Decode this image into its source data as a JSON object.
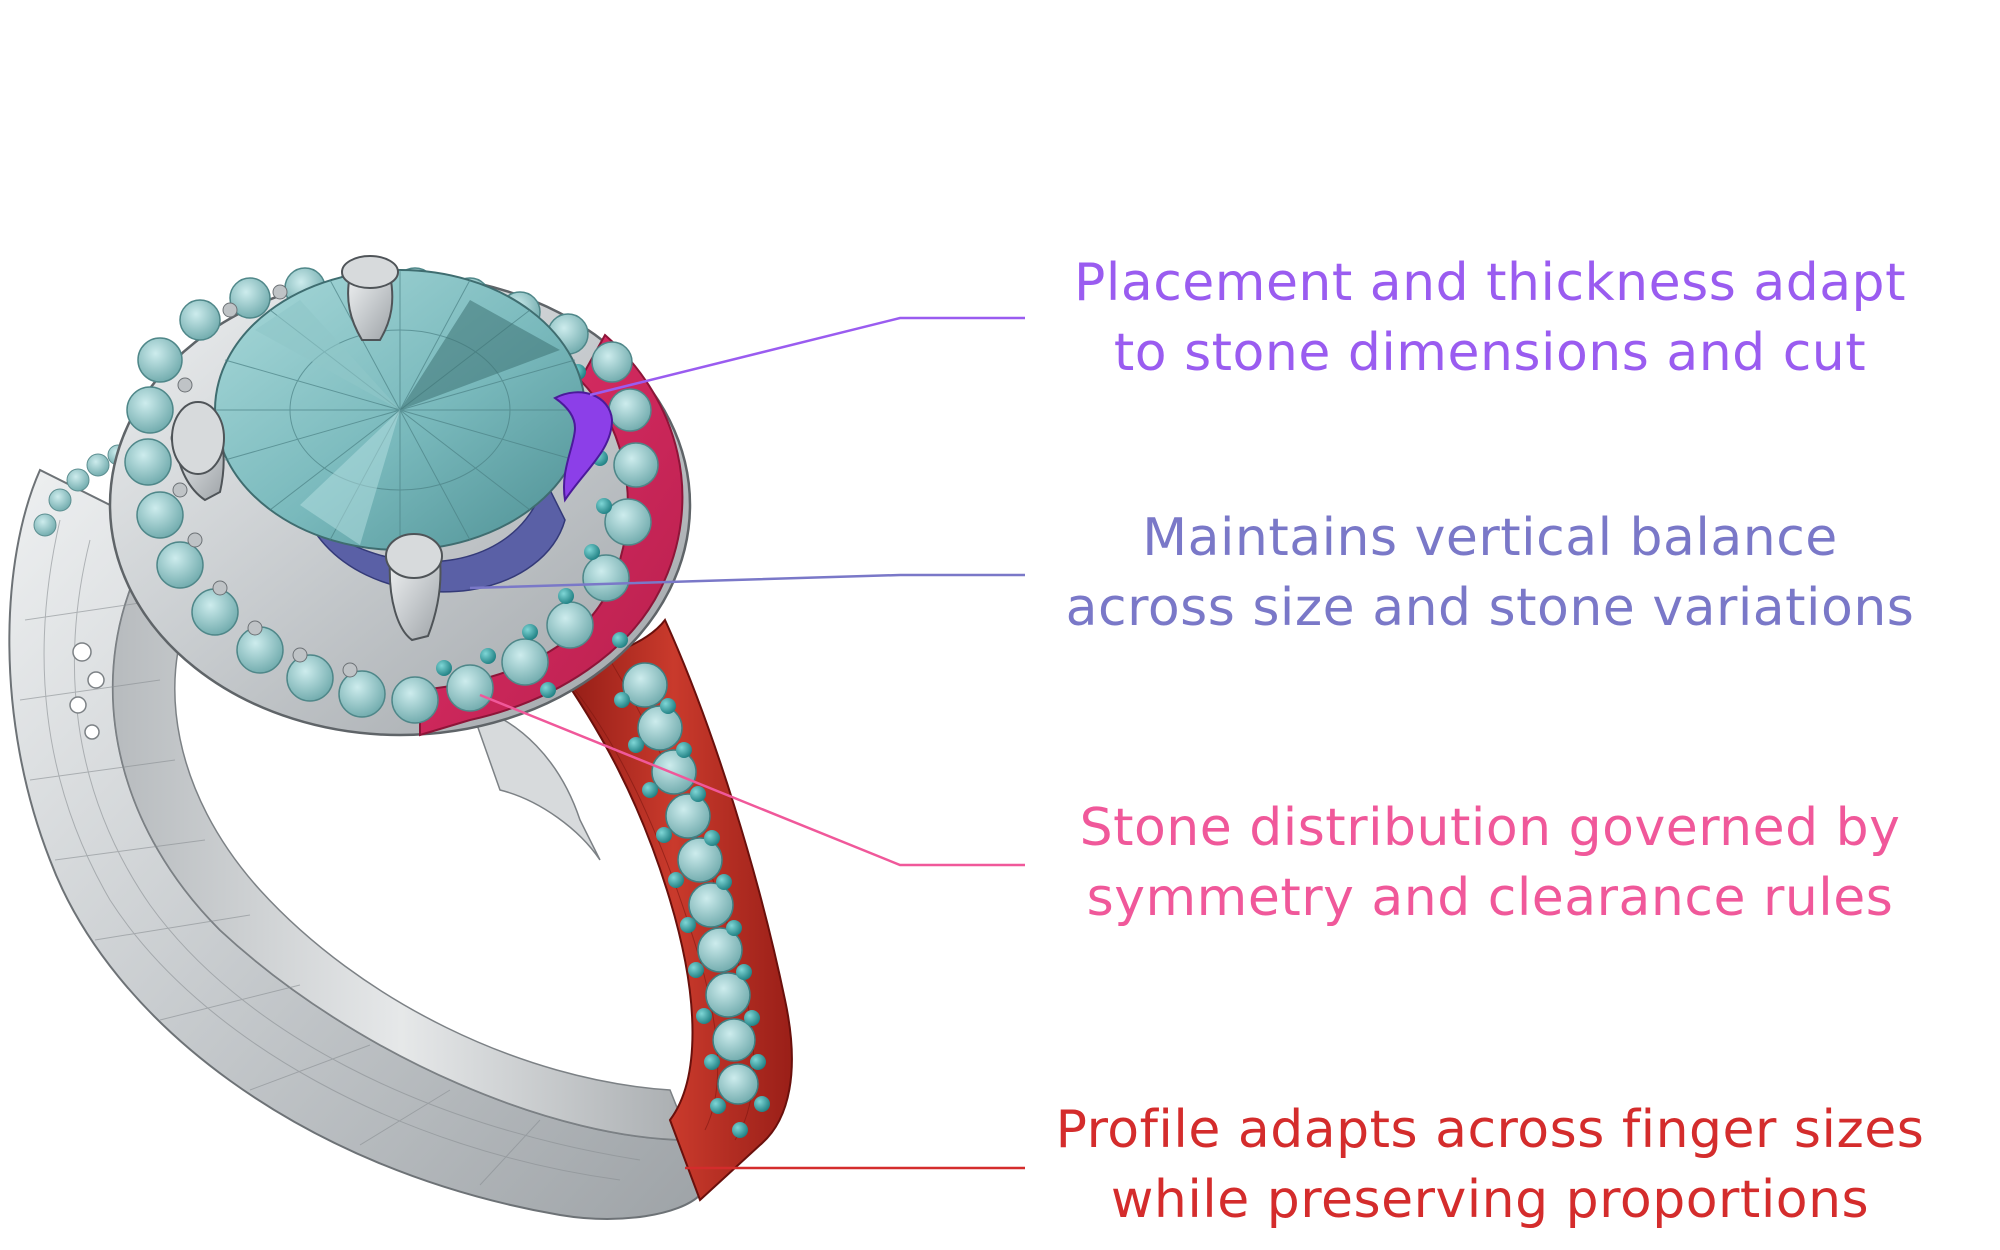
{
  "colors": {
    "prong": "#9a5cf0",
    "balance": "#7a78c8",
    "distribution": "#f0589a",
    "profile": "#d42c2c",
    "metal": "#cfd3d6",
    "metal_dark": "#8c9196",
    "stone": "#6fb7bb",
    "accent_stone": "#2f9ea0",
    "gallery": "#53599e",
    "shank_red": "#b4261f"
  },
  "callouts": {
    "prong_placement": {
      "line1": "Placement and thickness adapt",
      "line2": "to stone dimensions and cut"
    },
    "vertical_balance": {
      "line1": "Maintains vertical balance",
      "line2": "across size and stone variations"
    },
    "stone_distribution": {
      "line1": "Stone distribution governed by",
      "line2": "symmetry and clearance rules"
    },
    "shank_profile": {
      "line1": "Profile adapts across finger sizes",
      "line2": "while preserving proportions"
    }
  }
}
